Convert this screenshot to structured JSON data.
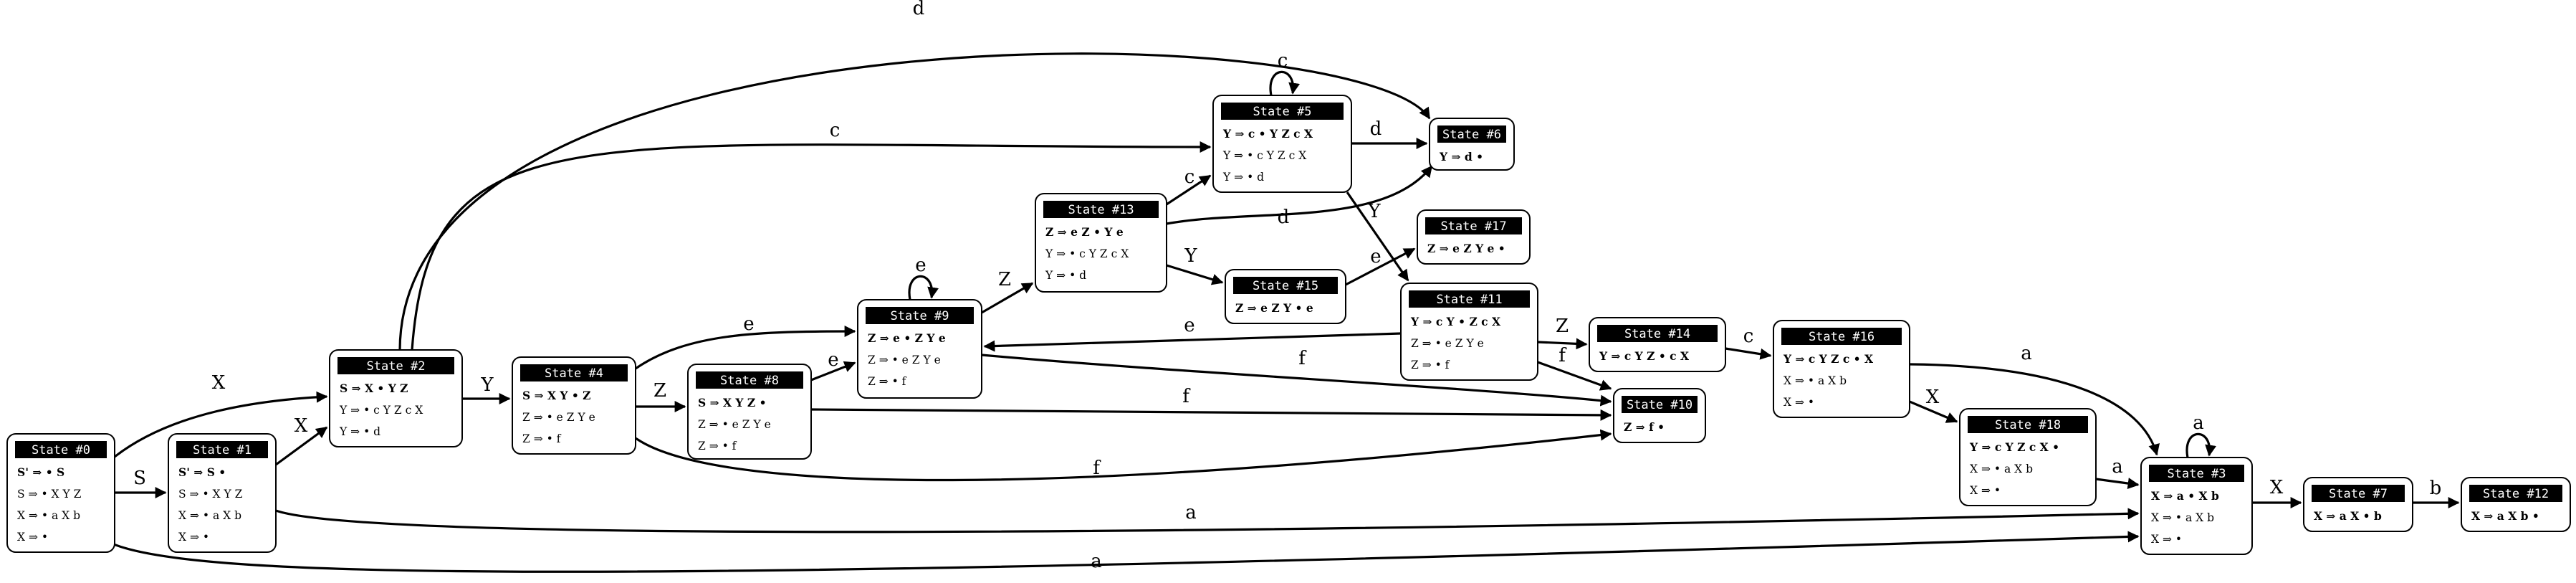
{
  "states": [
    {
      "id": 0,
      "title": "State #0",
      "items": [
        {
          "text": "S' ⇒ • S",
          "core": true
        },
        {
          "text": "S ⇒ • X Y Z",
          "core": false
        },
        {
          "text": "X ⇒ • a X b",
          "core": false
        },
        {
          "text": "X ⇒ •",
          "core": false
        }
      ]
    },
    {
      "id": 1,
      "title": "State #1",
      "items": [
        {
          "text": "S' ⇒ S •",
          "core": true
        },
        {
          "text": "S ⇒ • X Y Z",
          "core": false
        },
        {
          "text": "X ⇒ • a X b",
          "core": false
        },
        {
          "text": "X ⇒ •",
          "core": false
        }
      ]
    },
    {
      "id": 2,
      "title": "State #2",
      "items": [
        {
          "text": "S ⇒ X • Y Z",
          "core": true
        },
        {
          "text": "Y ⇒ • c Y Z c X",
          "core": false
        },
        {
          "text": "Y ⇒ • d",
          "core": false
        }
      ]
    },
    {
      "id": 3,
      "title": "State #3",
      "items": [
        {
          "text": "X ⇒ a • X b",
          "core": true
        },
        {
          "text": "X ⇒ • a X b",
          "core": false
        },
        {
          "text": "X ⇒ •",
          "core": false
        }
      ]
    },
    {
      "id": 4,
      "title": "State #4",
      "items": [
        {
          "text": "S ⇒ X Y • Z",
          "core": true
        },
        {
          "text": "Z ⇒ • e Z Y e",
          "core": false
        },
        {
          "text": "Z ⇒ • f",
          "core": false
        }
      ]
    },
    {
      "id": 5,
      "title": "State #5",
      "items": [
        {
          "text": "Y ⇒ c • Y Z c X",
          "core": true
        },
        {
          "text": "Y ⇒ • c Y Z c X",
          "core": false
        },
        {
          "text": "Y ⇒ • d",
          "core": false
        }
      ]
    },
    {
      "id": 6,
      "title": "State #6",
      "items": [
        {
          "text": "Y ⇒ d •",
          "core": true
        }
      ]
    },
    {
      "id": 7,
      "title": "State #7",
      "items": [
        {
          "text": "X ⇒ a X • b",
          "core": true
        }
      ]
    },
    {
      "id": 8,
      "title": "State #8",
      "items": [
        {
          "text": "S ⇒ X Y Z •",
          "core": true
        },
        {
          "text": "Z ⇒ • e Z Y e",
          "core": false
        },
        {
          "text": "Z ⇒ • f",
          "core": false
        }
      ]
    },
    {
      "id": 9,
      "title": "State #9",
      "items": [
        {
          "text": "Z ⇒ e • Z Y e",
          "core": true
        },
        {
          "text": "Z ⇒ • e Z Y e",
          "core": false
        },
        {
          "text": "Z ⇒ • f",
          "core": false
        }
      ]
    },
    {
      "id": 10,
      "title": "State #10",
      "items": [
        {
          "text": "Z ⇒ f •",
          "core": true
        }
      ]
    },
    {
      "id": 11,
      "title": "State #11",
      "items": [
        {
          "text": "Y ⇒ c Y • Z c X",
          "core": true
        },
        {
          "text": "Z ⇒ • e Z Y e",
          "core": false
        },
        {
          "text": "Z ⇒ • f",
          "core": false
        }
      ]
    },
    {
      "id": 12,
      "title": "State #12",
      "items": [
        {
          "text": "X ⇒ a X b •",
          "core": true
        }
      ]
    },
    {
      "id": 13,
      "title": "State #13",
      "items": [
        {
          "text": "Z ⇒ e Z • Y e",
          "core": true
        },
        {
          "text": "Y ⇒ • c Y Z c X",
          "core": false
        },
        {
          "text": "Y ⇒ • d",
          "core": false
        }
      ]
    },
    {
      "id": 14,
      "title": "State #14",
      "items": [
        {
          "text": "Y ⇒ c Y Z • c X",
          "core": true
        }
      ]
    },
    {
      "id": 15,
      "title": "State #15",
      "items": [
        {
          "text": "Z ⇒ e Z Y • e",
          "core": true
        }
      ]
    },
    {
      "id": 16,
      "title": "State #16",
      "items": [
        {
          "text": "Y ⇒ c Y Z c • X",
          "core": true
        },
        {
          "text": "X ⇒ • a X b",
          "core": false
        },
        {
          "text": "X ⇒ •",
          "core": false
        }
      ]
    },
    {
      "id": 17,
      "title": "State #17",
      "items": [
        {
          "text": "Z ⇒ e Z Y e •",
          "core": true
        }
      ]
    },
    {
      "id": 18,
      "title": "State #18",
      "items": [
        {
          "text": "Y ⇒ c Y Z c X •",
          "core": true
        },
        {
          "text": "X ⇒ • a X b",
          "core": false
        },
        {
          "text": "X ⇒ •",
          "core": false
        }
      ]
    }
  ],
  "transitions": [
    {
      "from": 0,
      "to": 2,
      "label": "X"
    },
    {
      "from": 0,
      "to": 1,
      "label": "S"
    },
    {
      "from": 0,
      "to": 3,
      "label": "a"
    },
    {
      "from": 1,
      "to": 2,
      "label": "X"
    },
    {
      "from": 1,
      "to": 3,
      "label": "a"
    },
    {
      "from": 2,
      "to": 6,
      "label": "d"
    },
    {
      "from": 2,
      "to": 5,
      "label": "c"
    },
    {
      "from": 2,
      "to": 4,
      "label": "Y"
    },
    {
      "from": 3,
      "to": 3,
      "label": "a"
    },
    {
      "from": 3,
      "to": 7,
      "label": "X"
    },
    {
      "from": 4,
      "to": 9,
      "label": "e"
    },
    {
      "from": 4,
      "to": 8,
      "label": "Z"
    },
    {
      "from": 4,
      "to": 10,
      "label": "f"
    },
    {
      "from": 5,
      "to": 5,
      "label": "c"
    },
    {
      "from": 5,
      "to": 6,
      "label": "d"
    },
    {
      "from": 5,
      "to": 11,
      "label": "Y"
    },
    {
      "from": 7,
      "to": 12,
      "label": "b"
    },
    {
      "from": 8,
      "to": 9,
      "label": "e"
    },
    {
      "from": 8,
      "to": 10,
      "label": "f"
    },
    {
      "from": 9,
      "to": 9,
      "label": "e"
    },
    {
      "from": 9,
      "to": 13,
      "label": "Z"
    },
    {
      "from": 9,
      "to": 10,
      "label": "f"
    },
    {
      "from": 11,
      "to": 9,
      "label": "e"
    },
    {
      "from": 11,
      "to": 14,
      "label": "Z"
    },
    {
      "from": 11,
      "to": 10,
      "label": "f"
    },
    {
      "from": 13,
      "to": 5,
      "label": "c"
    },
    {
      "from": 13,
      "to": 6,
      "label": "d"
    },
    {
      "from": 13,
      "to": 15,
      "label": "Y"
    },
    {
      "from": 14,
      "to": 16,
      "label": "c"
    },
    {
      "from": 15,
      "to": 17,
      "label": "e"
    },
    {
      "from": 16,
      "to": 3,
      "label": "a"
    },
    {
      "from": 16,
      "to": 18,
      "label": "X"
    },
    {
      "from": 18,
      "to": 3,
      "label": "a"
    }
  ]
}
